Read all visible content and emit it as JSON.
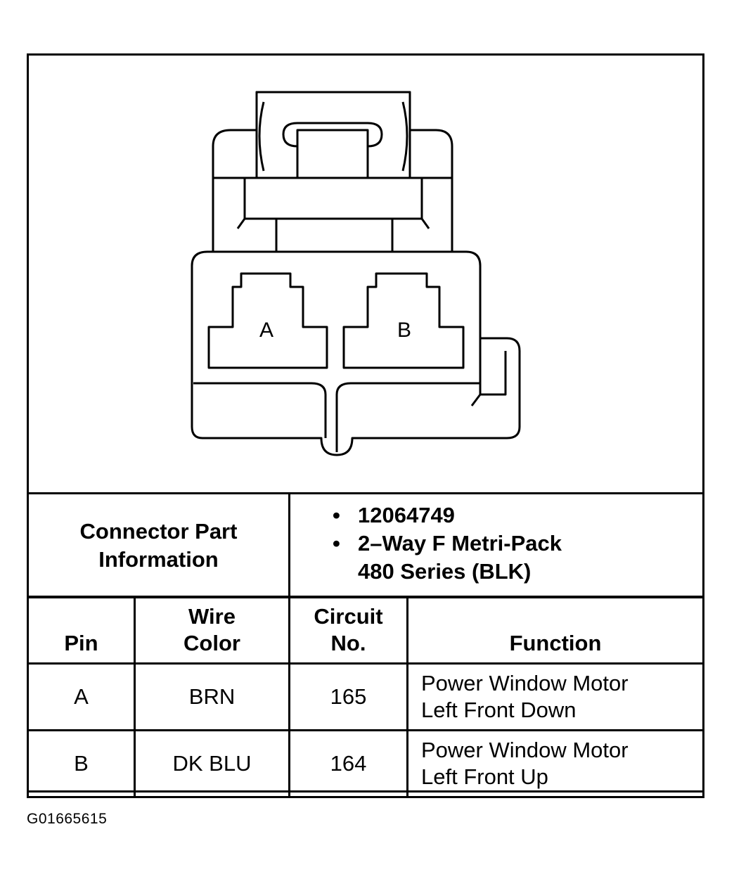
{
  "connector": {
    "cavity_labels": [
      "A",
      "B"
    ]
  },
  "part_info": {
    "label_line1": "Connector Part",
    "label_line2": "Information",
    "part_number": "12064749",
    "description_line1": "2–Way F Metri-Pack",
    "description_line2": "480 Series (BLK)"
  },
  "pin_table": {
    "headers": {
      "pin": "Pin",
      "wire_color_line1": "Wire",
      "wire_color_line2": "Color",
      "circuit_line1": "Circuit",
      "circuit_line2": "No.",
      "function": "Function"
    },
    "rows": [
      {
        "pin": "A",
        "wire_color": "BRN",
        "circuit": "165",
        "function_line1": "Power Window Motor",
        "function_line2": "Left Front Down"
      },
      {
        "pin": "B",
        "wire_color": "DK BLU",
        "circuit": "164",
        "function_line1": "Power Window Motor",
        "function_line2": "Left Front Up"
      }
    ]
  },
  "figure_id": "G01665615"
}
